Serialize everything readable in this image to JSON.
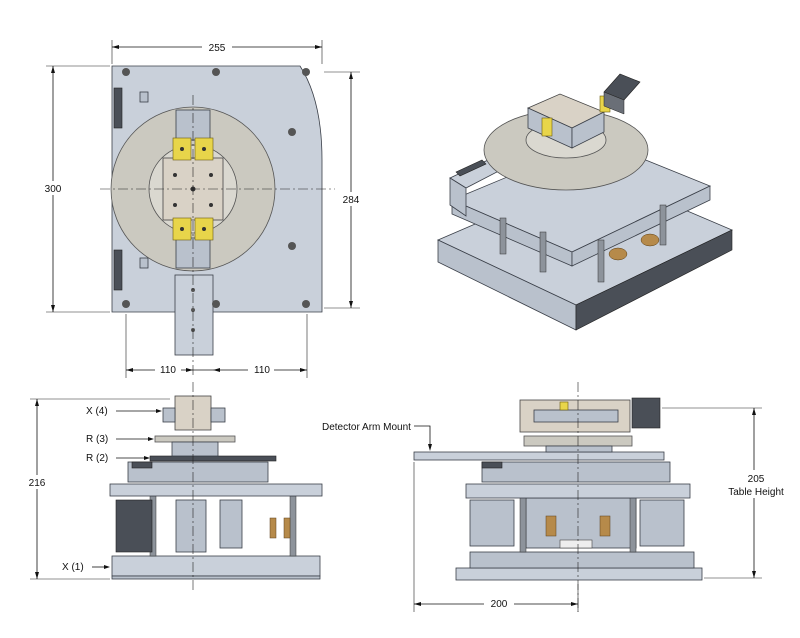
{
  "dimensions": {
    "top_width": "255",
    "top_height_left": "300",
    "top_height_right": "284",
    "offset_left": "110",
    "offset_right": "110",
    "front_height": "216",
    "right_height": "205",
    "right_height_caption": "Table Height",
    "bottom_width": "200"
  },
  "labels": {
    "x4": "X (4)",
    "r3": "R (3)",
    "r2": "R (2)",
    "x1": "X (1)",
    "detector": "Detector Arm Mount"
  },
  "colors": {
    "plate": "#c9d0da",
    "disc": "#cbc9c0",
    "accent": "#e8d54a",
    "brass": "#b68a4a"
  }
}
